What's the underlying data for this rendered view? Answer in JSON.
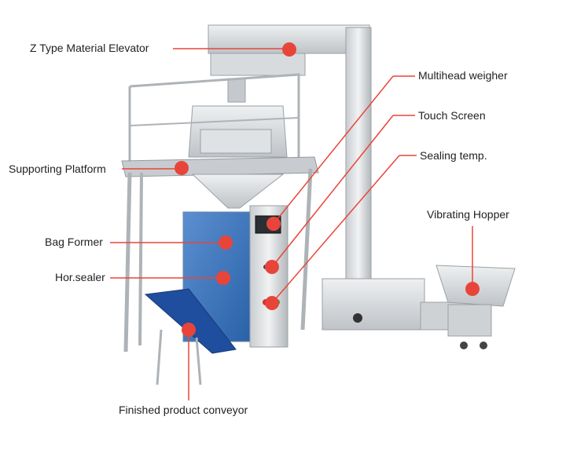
{
  "labels": {
    "elevator": "Z Type Material Elevator",
    "platform": "Supporting Platform",
    "bag_former": "Bag Former",
    "hor_sealer": "Hor.sealer",
    "multihead": "Multihead weigher",
    "touch_screen": "Touch Screen",
    "sealing_temp": "Sealing temp.",
    "vibrating_hopper": "Vibrating Hopper",
    "conveyor": "Finished product conveyor"
  },
  "colors": {
    "callout": "#e8453a",
    "steel_light": "#e4e6e8",
    "steel_mid": "#b9bdc1",
    "steel_dark": "#8d9296",
    "bag_blue": "#2f6fb6",
    "conveyor_blue": "#1f4e9e"
  }
}
